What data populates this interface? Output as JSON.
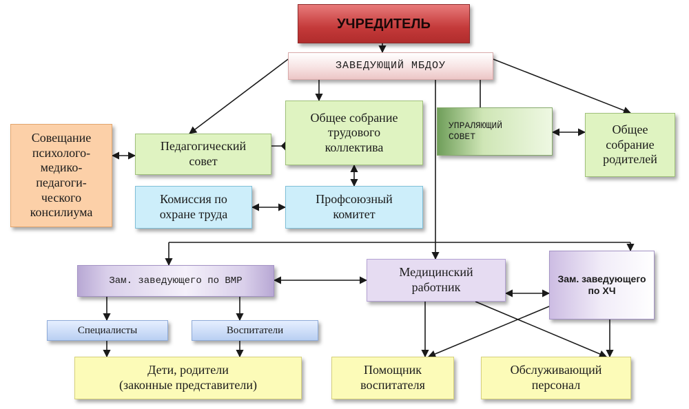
{
  "nodes": {
    "founder": "УЧРЕДИТЕЛЬ",
    "head": "ЗАВЕДУЮЩИЙ МБДОУ",
    "general_assembly": "Общее собрание\nтрудового\nколлектива",
    "managing_council": "УПРАЛЯЮЩИЙ\nСОВЕТ",
    "parents_assembly": "Общее\nсобрание\nродителей",
    "pmpk": "Совещание\nпсихолого-\nмедико-\nпедагоги-\nческого\nконсилиума",
    "ped_council": "Педагогический\nсовет",
    "safety_commission": "Комиссия по\nохране труда",
    "trade_union": "Профсоюзный\nкомитет",
    "deputy_vmr": "Зам. заведующего по ВМР",
    "medic": "Медицинский\nработник",
    "deputy_hch": "Зам. заведующего\nпо ХЧ",
    "specialists": "Специалисты",
    "educators": "Воспитатели",
    "children_parents": "Дети, родители\n(законные представители)",
    "assistant_educator": "Помощник\nвоспитателя",
    "service_staff": "Обслуживающий\nперсонал"
  },
  "colors": {
    "founder": "#c43a3a",
    "council_green": "#dff3c1",
    "commission_blue": "#cdeefa",
    "pmpk_orange": "#fcd0a8",
    "deputy_purple": "#e6dcf2",
    "staff_yellow": "#fcfbb8",
    "group_blue": "#b9cff2",
    "connector": "#1a1a1a"
  }
}
